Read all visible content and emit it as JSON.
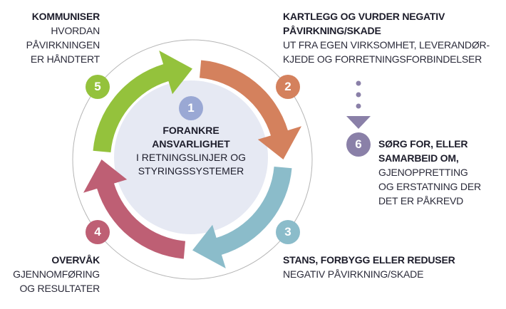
{
  "colors": {
    "step1": "#9aa8d4",
    "step2": "#d4815d",
    "step3": "#8bbcca",
    "step4": "#be5f74",
    "step5": "#94c23c",
    "step6": "#8a80a8",
    "inner": "#e6e9f3",
    "ring": "#b5b5b5"
  },
  "center": {
    "number": "1",
    "title1": "FORANKRE",
    "title2": "ANSVARLIGHET",
    "line1": "I RETNINGSLINJER OG",
    "line2": "STYRINGSSYSTEMER"
  },
  "steps": [
    {
      "number": "2",
      "title": [
        "KARTLEGG OG VURDER NEGATIV",
        "PÅVIRKNING/SKADE"
      ],
      "text": [
        "UT FRA EGEN VIRKSOMHET, LEVERANDØR-",
        "KJEDE OG FORRETNINGSFORBINDELSER"
      ]
    },
    {
      "number": "3",
      "title": [
        "STANS, FORBYGG ELLER REDUSER"
      ],
      "text": [
        "NEGATIV PÅVIRKNING/SKADE"
      ]
    },
    {
      "number": "4",
      "title": [
        "OVERVÅK"
      ],
      "text": [
        "GJENNOMFØRING",
        "OG RESULTATER"
      ]
    },
    {
      "number": "5",
      "title": [
        "KOMMUNISER"
      ],
      "text": [
        "HVORDAN",
        "PÅVIRKNINGEN",
        "ER HÅNDTERT"
      ]
    },
    {
      "number": "6",
      "title": [
        "SØRG FOR, ELLER",
        "SAMARBEID OM,"
      ],
      "text": [
        "GJENOPPRETTING",
        "OG ERSTATNING DER",
        "DET ER PÅKREVD"
      ]
    }
  ]
}
